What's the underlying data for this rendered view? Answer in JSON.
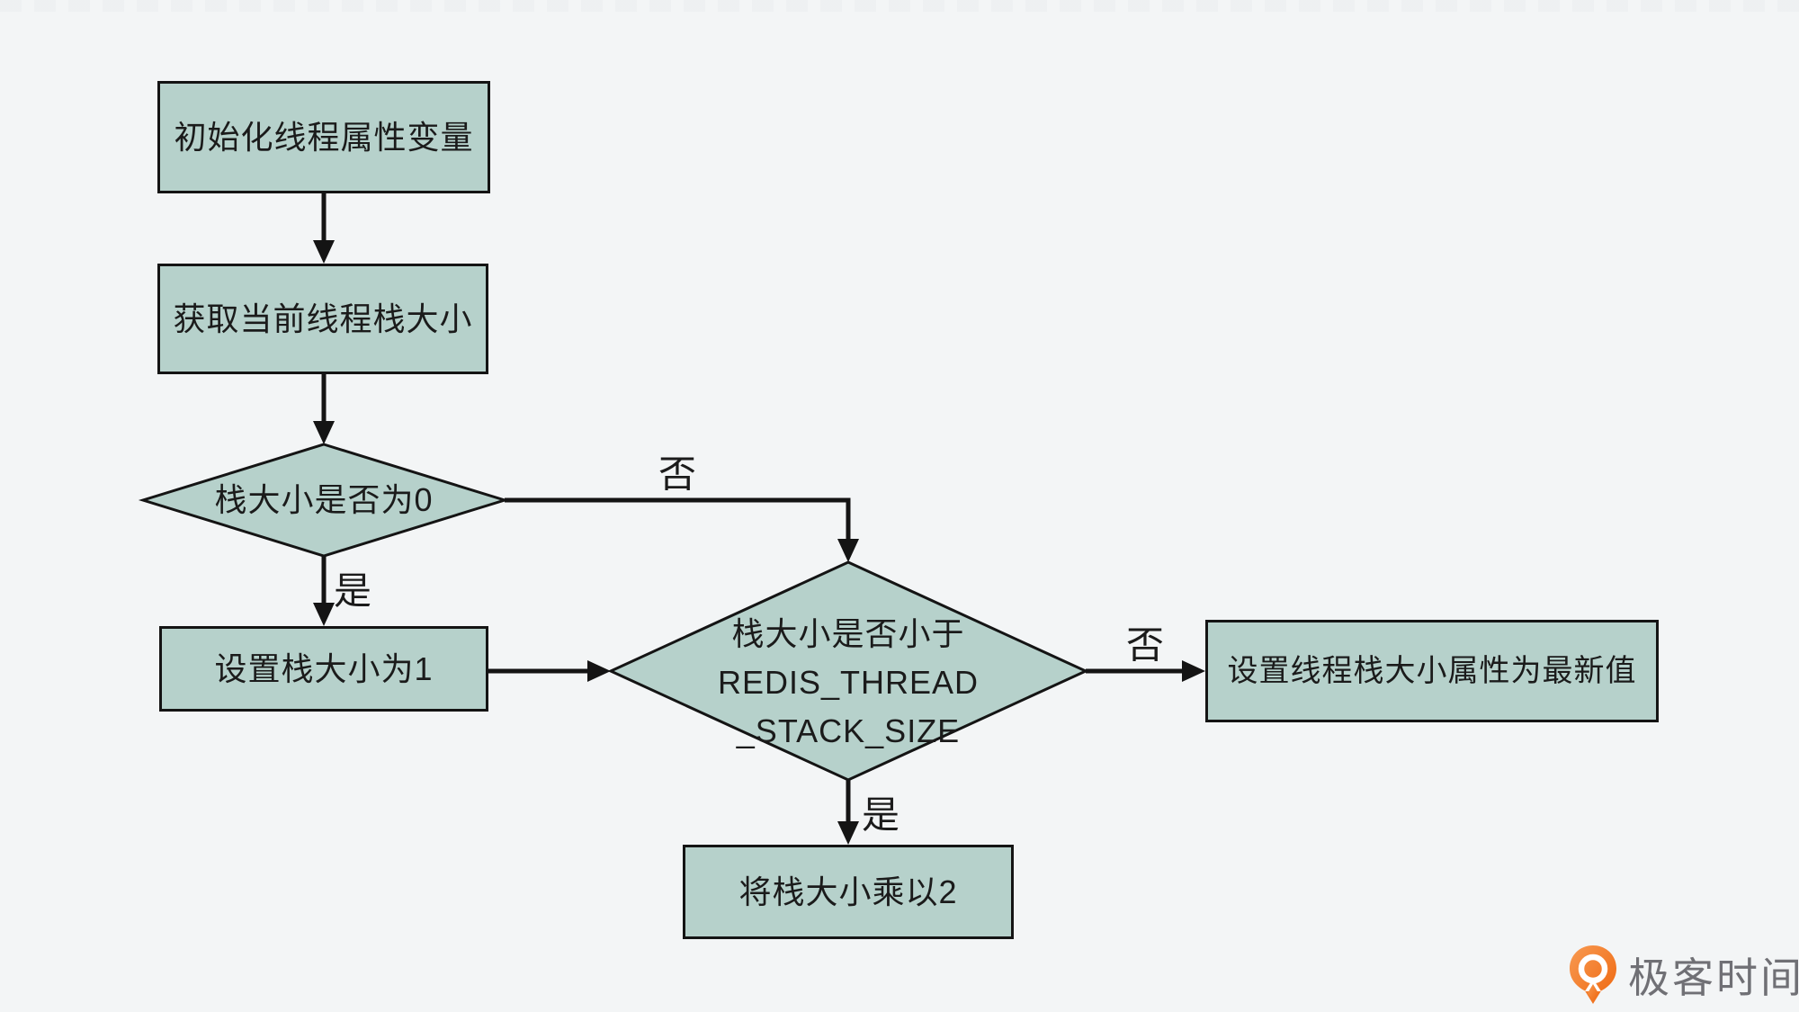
{
  "theme": {
    "node_fill": "#b6d1cb",
    "node_border": "#141414",
    "connector": "#141414",
    "text": "#1b1b1b",
    "background": "#f3f5f6",
    "logo_orange": "#f0731d",
    "logo_orange_light": "#f89a52",
    "logo_text_color": "#707075"
  },
  "flowchart": {
    "nodes": {
      "init": {
        "label": "初始化线程属性变量"
      },
      "get_stack": {
        "label": "获取当前线程栈大小"
      },
      "check_zero": {
        "label": "栈大小是否为0"
      },
      "set_one": {
        "label": "设置栈大小为1"
      },
      "check_min": {
        "line1": "栈大小是否小于",
        "line2": "REDIS_THREAD",
        "line3": "_STACK_SIZE"
      },
      "set_attr": {
        "label": "设置线程栈大小属性为最新值"
      },
      "double": {
        "label": "将栈大小乘以2"
      }
    },
    "edge_labels": {
      "no_top": "否",
      "yes_left": "是",
      "no_right": "否",
      "yes_bottom": "是"
    }
  },
  "branding": {
    "logo_icon": "geektime-pin-icon",
    "logo_text": "极客时间"
  }
}
